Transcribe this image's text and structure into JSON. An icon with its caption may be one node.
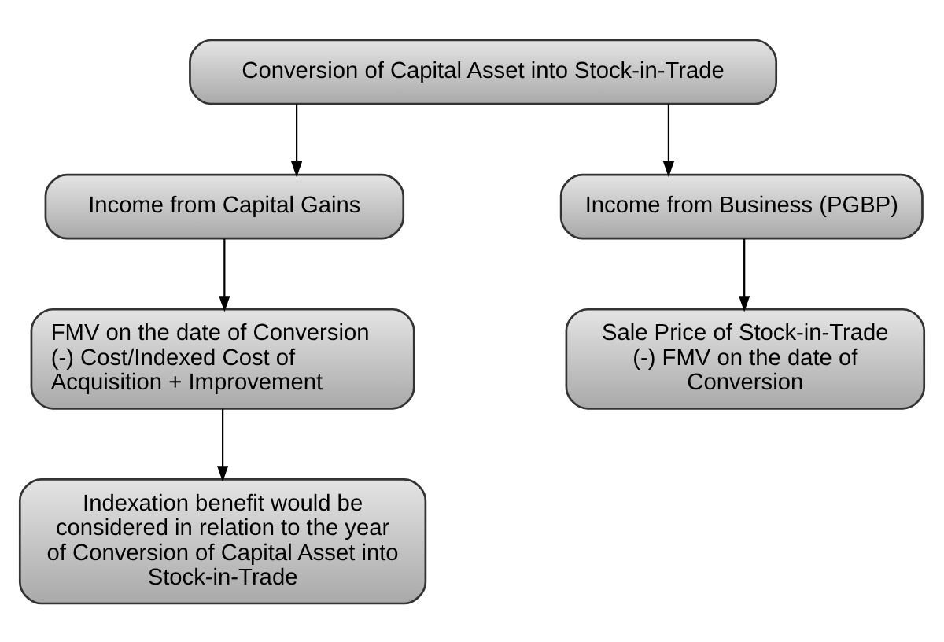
{
  "diagram": {
    "nodes": [
      {
        "text": [
          "Conversion of Capital Asset into Stock-in-Trade"
        ]
      },
      {
        "text": [
          "Income from Capital Gains"
        ]
      },
      {
        "text": [
          "Income from Business (PGBP)"
        ]
      },
      {
        "text": [
          "FMV on the date of Conversion (-) Cost/Indexed Cost of Acquisition + Improvement"
        ]
      },
      {
        "text": [
          "Sale Price of Stock-in-Trade (-) FMV on the date of Conversion"
        ]
      },
      {
        "text": [
          "Indexation benefit would be considered in relation to the year of Conversion of Capital Asset into Stock-in-Trade"
        ]
      }
    ],
    "edges": [
      {
        "from": 0,
        "to": 1,
        "arrow": "to"
      },
      {
        "from": 0,
        "to": 2,
        "arrow": "to"
      },
      {
        "from": 1,
        "to": 3,
        "arrow": "to"
      },
      {
        "from": 2,
        "to": 4,
        "arrow": "to"
      },
      {
        "from": 3,
        "to": 5,
        "arrow": "to"
      }
    ]
  }
}
